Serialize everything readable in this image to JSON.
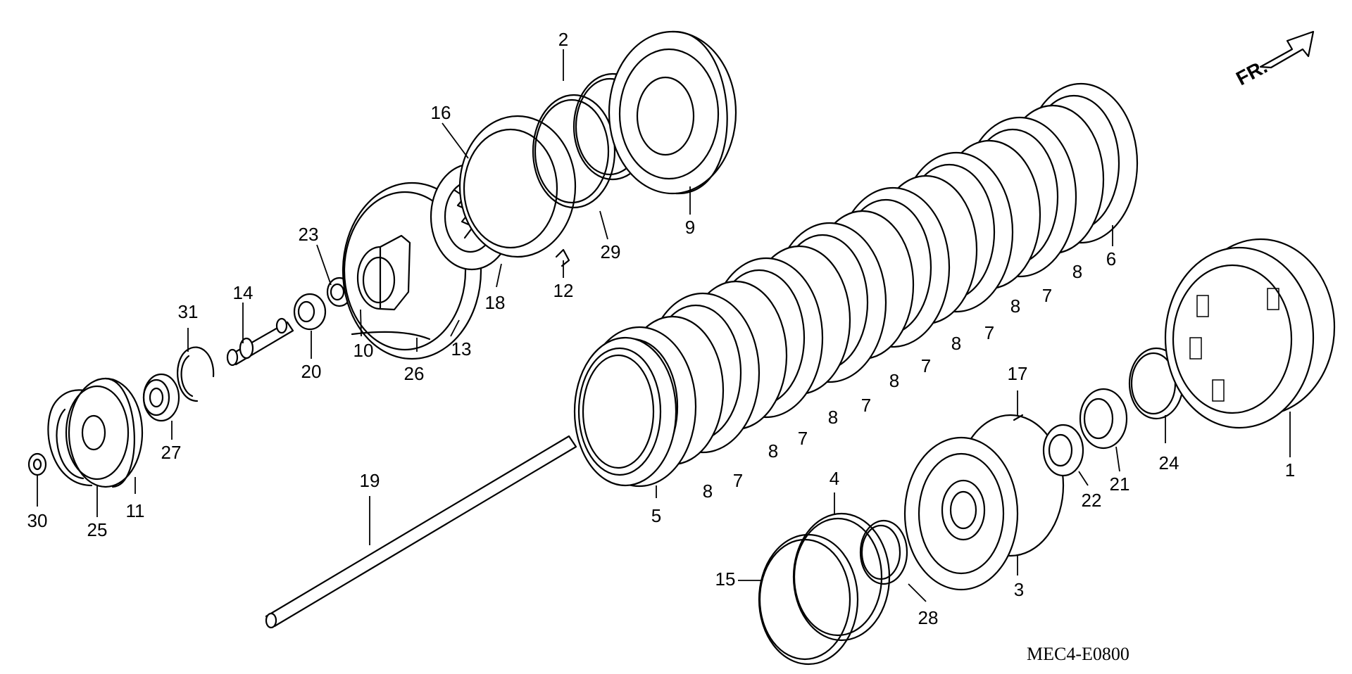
{
  "diagram": {
    "code": "MEC4-E0800",
    "direction_label": "FR.",
    "callouts": [
      "2",
      "16",
      "9",
      "29",
      "12",
      "18",
      "23",
      "13",
      "26",
      "10",
      "14",
      "31",
      "20",
      "27",
      "30",
      "25",
      "11",
      "19",
      "6",
      "8",
      "7",
      "1",
      "17",
      "24",
      "21",
      "22",
      "3",
      "4",
      "15",
      "28",
      "5"
    ]
  }
}
